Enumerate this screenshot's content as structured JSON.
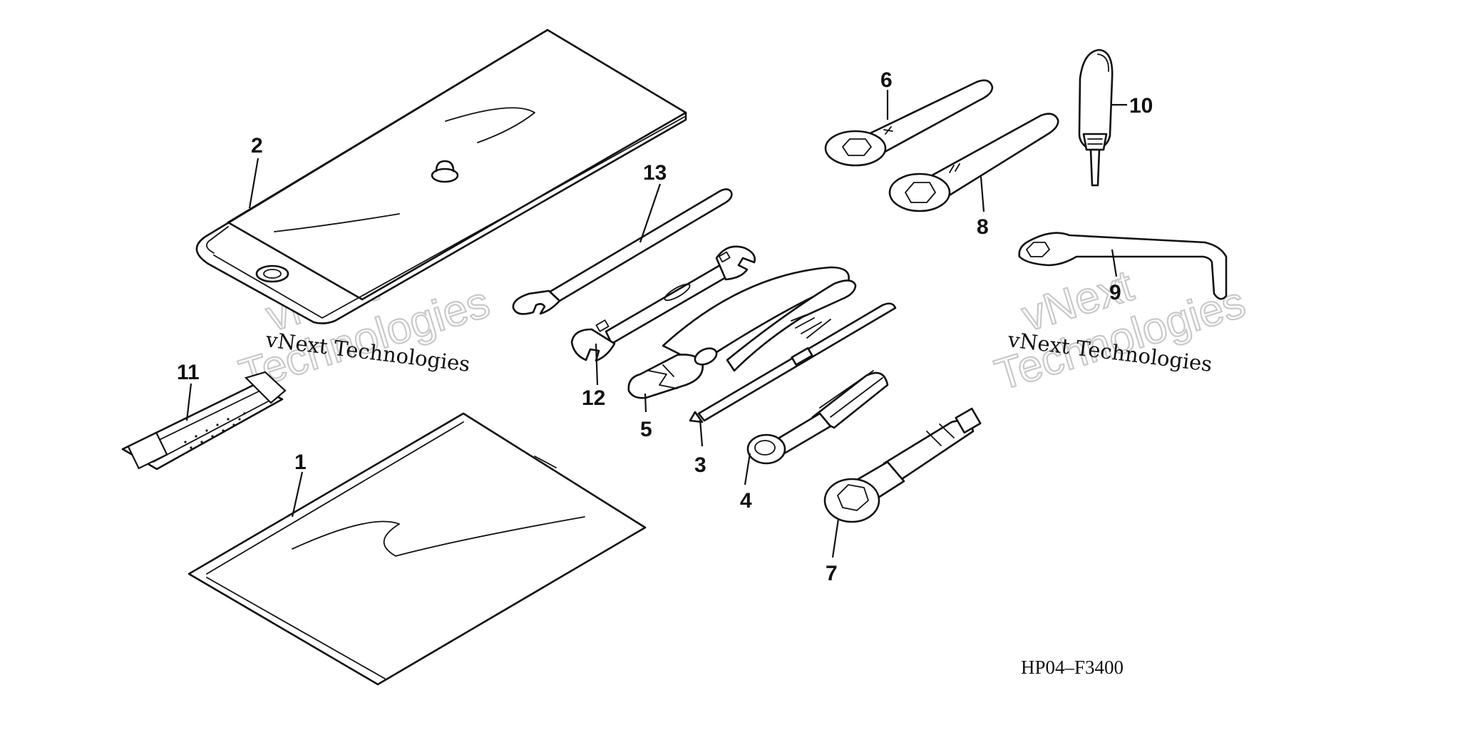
{
  "diagram": {
    "code": "HP04–F3400",
    "watermark": {
      "caption": "vNext Technologies",
      "line1": "vNext",
      "line2": "Technologies"
    },
    "callouts": [
      {
        "id": 1,
        "label": "1"
      },
      {
        "id": 2,
        "label": "2"
      },
      {
        "id": 3,
        "label": "3"
      },
      {
        "id": 4,
        "label": "4"
      },
      {
        "id": 5,
        "label": "5"
      },
      {
        "id": 6,
        "label": "6"
      },
      {
        "id": 7,
        "label": "7"
      },
      {
        "id": 8,
        "label": "8"
      },
      {
        "id": 9,
        "label": "9"
      },
      {
        "id": 10,
        "label": "10"
      },
      {
        "id": 11,
        "label": "11"
      },
      {
        "id": 12,
        "label": "12"
      },
      {
        "id": 13,
        "label": "13"
      }
    ]
  }
}
